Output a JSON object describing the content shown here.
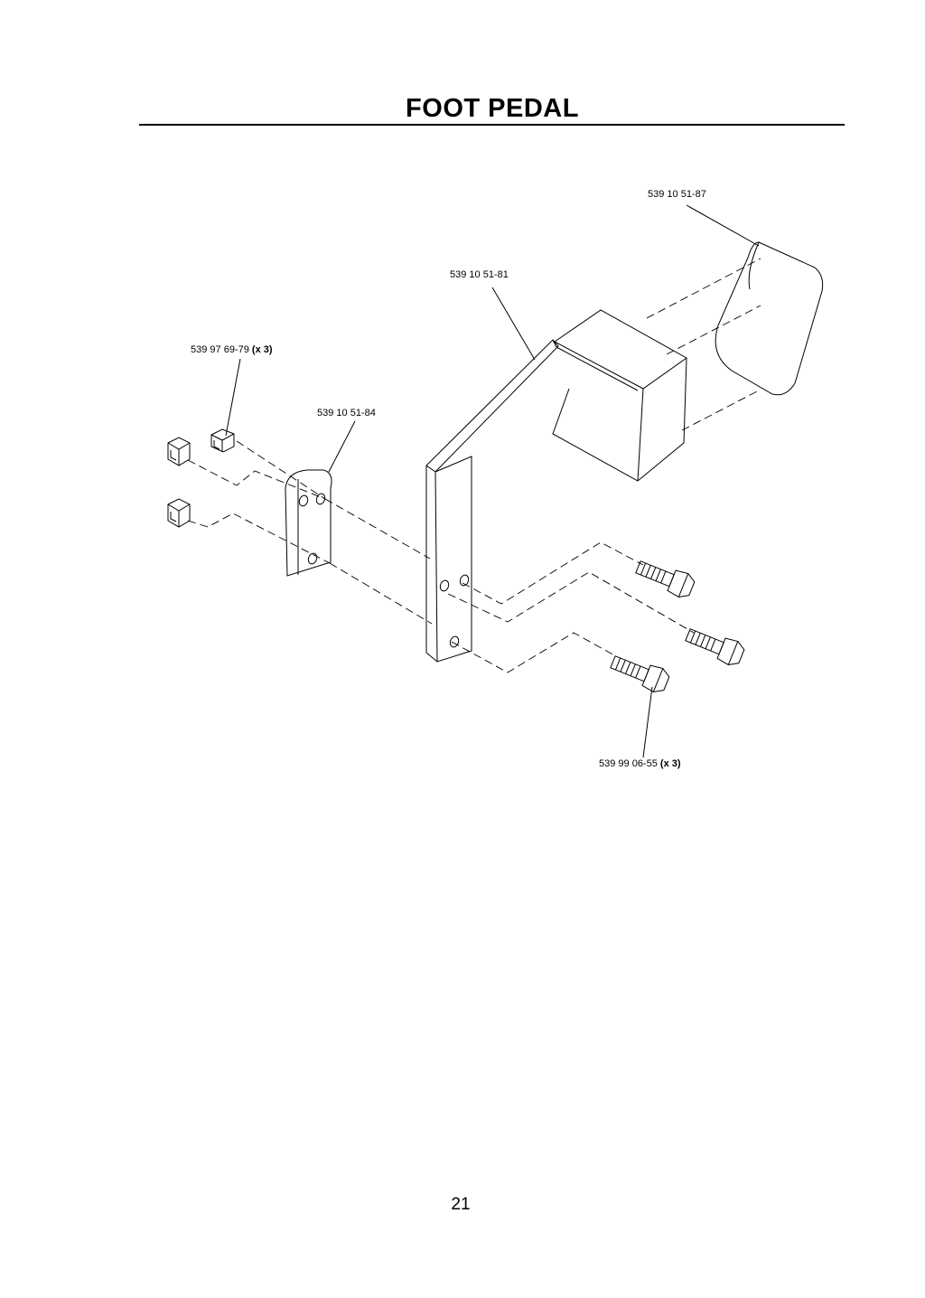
{
  "page": {
    "title": "FOOT PEDAL",
    "page_number": "21"
  },
  "callouts": {
    "pedal_pad": {
      "part": "539 10 51-87",
      "qty": ""
    },
    "pedal_arm": {
      "part": "539 10 51-81",
      "qty": ""
    },
    "lock_nut": {
      "part": "539 97 69-79",
      "qty": "(x 3)"
    },
    "backing_plate": {
      "part": "539 10 51-84",
      "qty": ""
    },
    "bolt": {
      "part": "539 99 06-55",
      "qty": "(x 3)"
    }
  },
  "colors": {
    "line": "#000000",
    "background": "#ffffff"
  }
}
